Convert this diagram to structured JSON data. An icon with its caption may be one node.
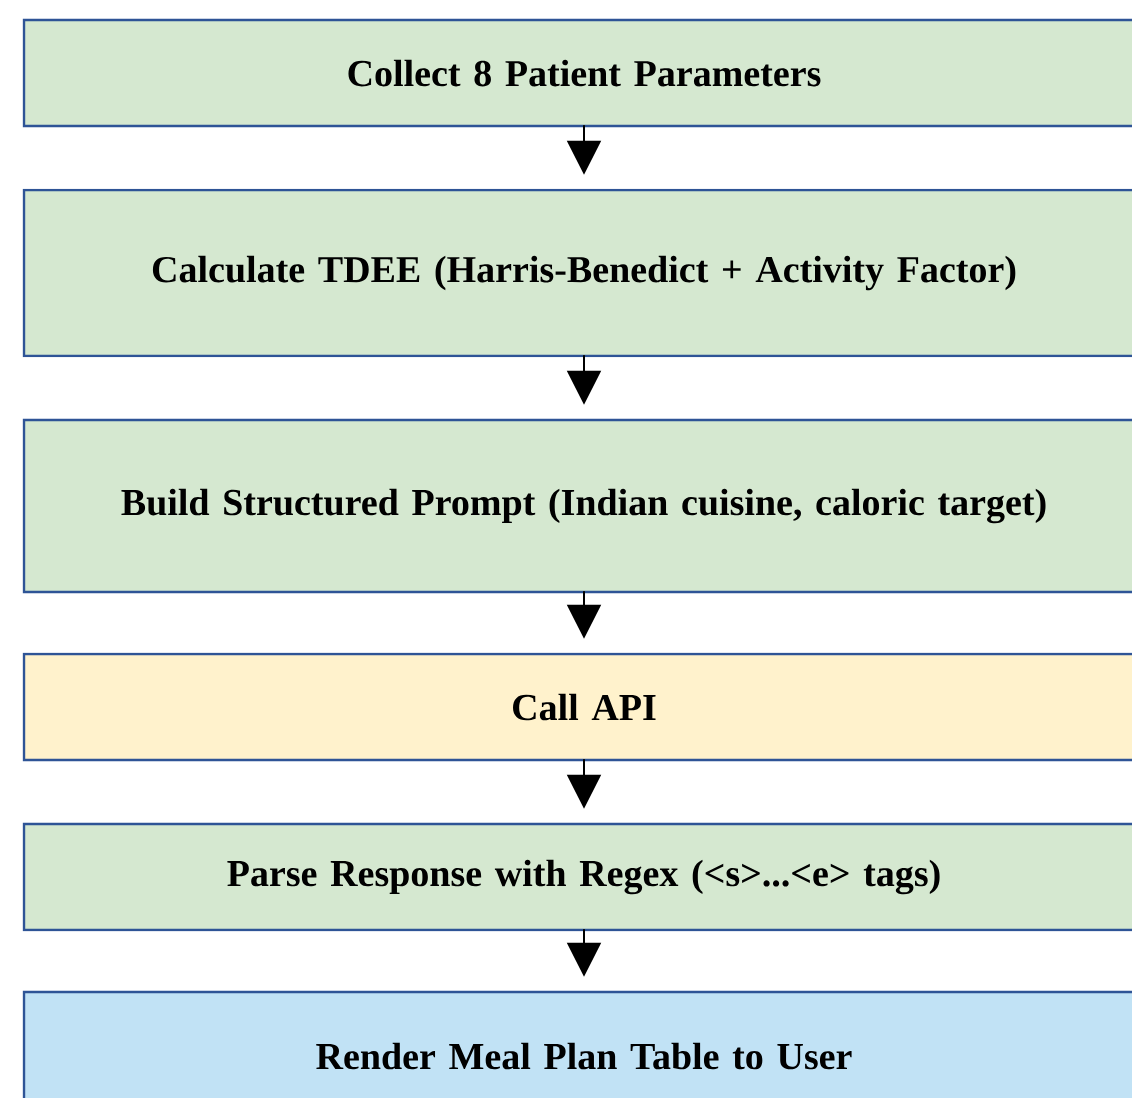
{
  "diagram": {
    "nodes": [
      {
        "text": [
          "Collect 8 Patient Parameters"
        ]
      },
      {
        "text": [
          "Calculate TDEE (Harris-Benedict + Activity Factor)"
        ]
      },
      {
        "text": [
          "Build Structured Prompt (Indian cuisine, caloric target)"
        ]
      },
      {
        "text": [
          "Call API"
        ]
      },
      {
        "text": [
          "Parse Response with Regex (<s>...<e> tags)"
        ]
      },
      {
        "text": [
          "Render Meal Plan Table to User"
        ]
      }
    ],
    "edges": [
      {
        "from": 0,
        "to": 1,
        "arrow": "to"
      },
      {
        "from": 1,
        "to": 2,
        "arrow": "to"
      },
      {
        "from": 2,
        "to": 3,
        "arrow": "to"
      },
      {
        "from": 3,
        "to": 4,
        "arrow": "to"
      },
      {
        "from": 4,
        "to": 5,
        "arrow": "to"
      }
    ]
  }
}
